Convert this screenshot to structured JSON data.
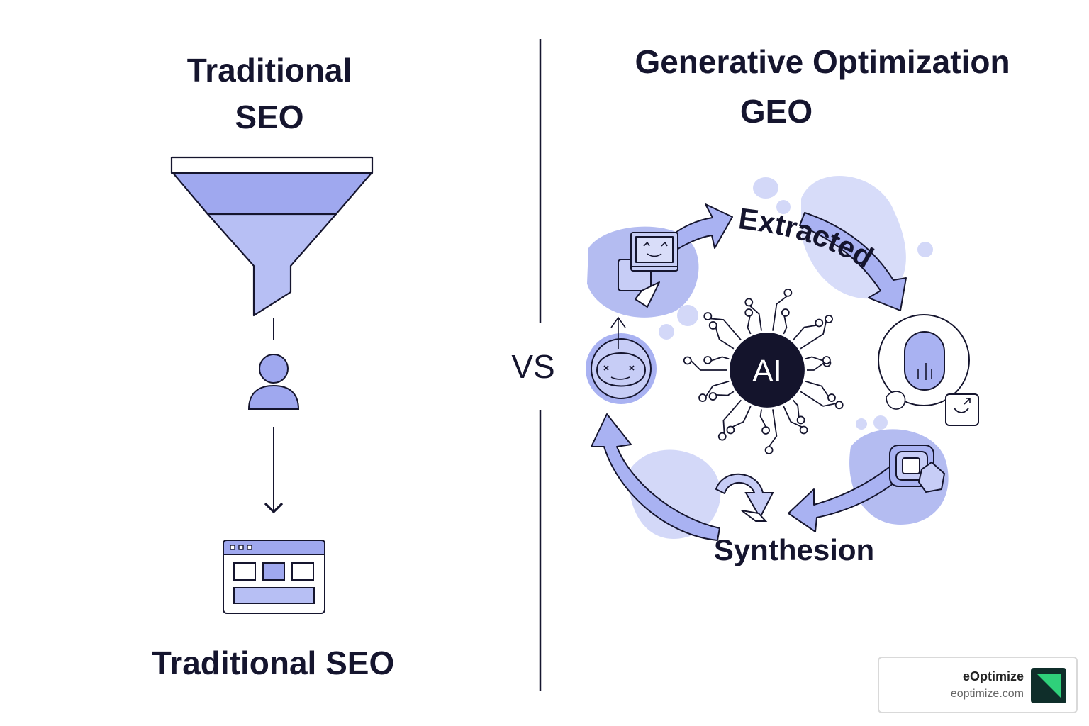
{
  "left": {
    "title_line1": "Traditional",
    "title_line2": "SEO",
    "footer": "Traditional SEO"
  },
  "divider": {
    "label": "VS"
  },
  "right": {
    "title_line1": "Generative Optimization",
    "title_line2": "GEO",
    "hub_label": "AI",
    "arc_top_label": "Extracted",
    "arc_bottom_label": "Synthesion"
  },
  "brand": {
    "name": "eOptimize",
    "url": "eoptimize.com"
  },
  "colors": {
    "accent": "#9fa8ef",
    "accent_light": "#c7cdf6",
    "blob": "#d3d8f8",
    "ink": "#15152e",
    "hub": "#14142c",
    "logo": "#0f2e2a",
    "logo_mark": "#2fd07a"
  },
  "icons": [
    "funnel-icon",
    "user-icon",
    "arrow-down-icon",
    "browser-window-icon",
    "ai-chip-icon",
    "robot-face-icon",
    "chat-window-icon",
    "profile-icon",
    "nested-squares-icon",
    "refresh-icon"
  ]
}
